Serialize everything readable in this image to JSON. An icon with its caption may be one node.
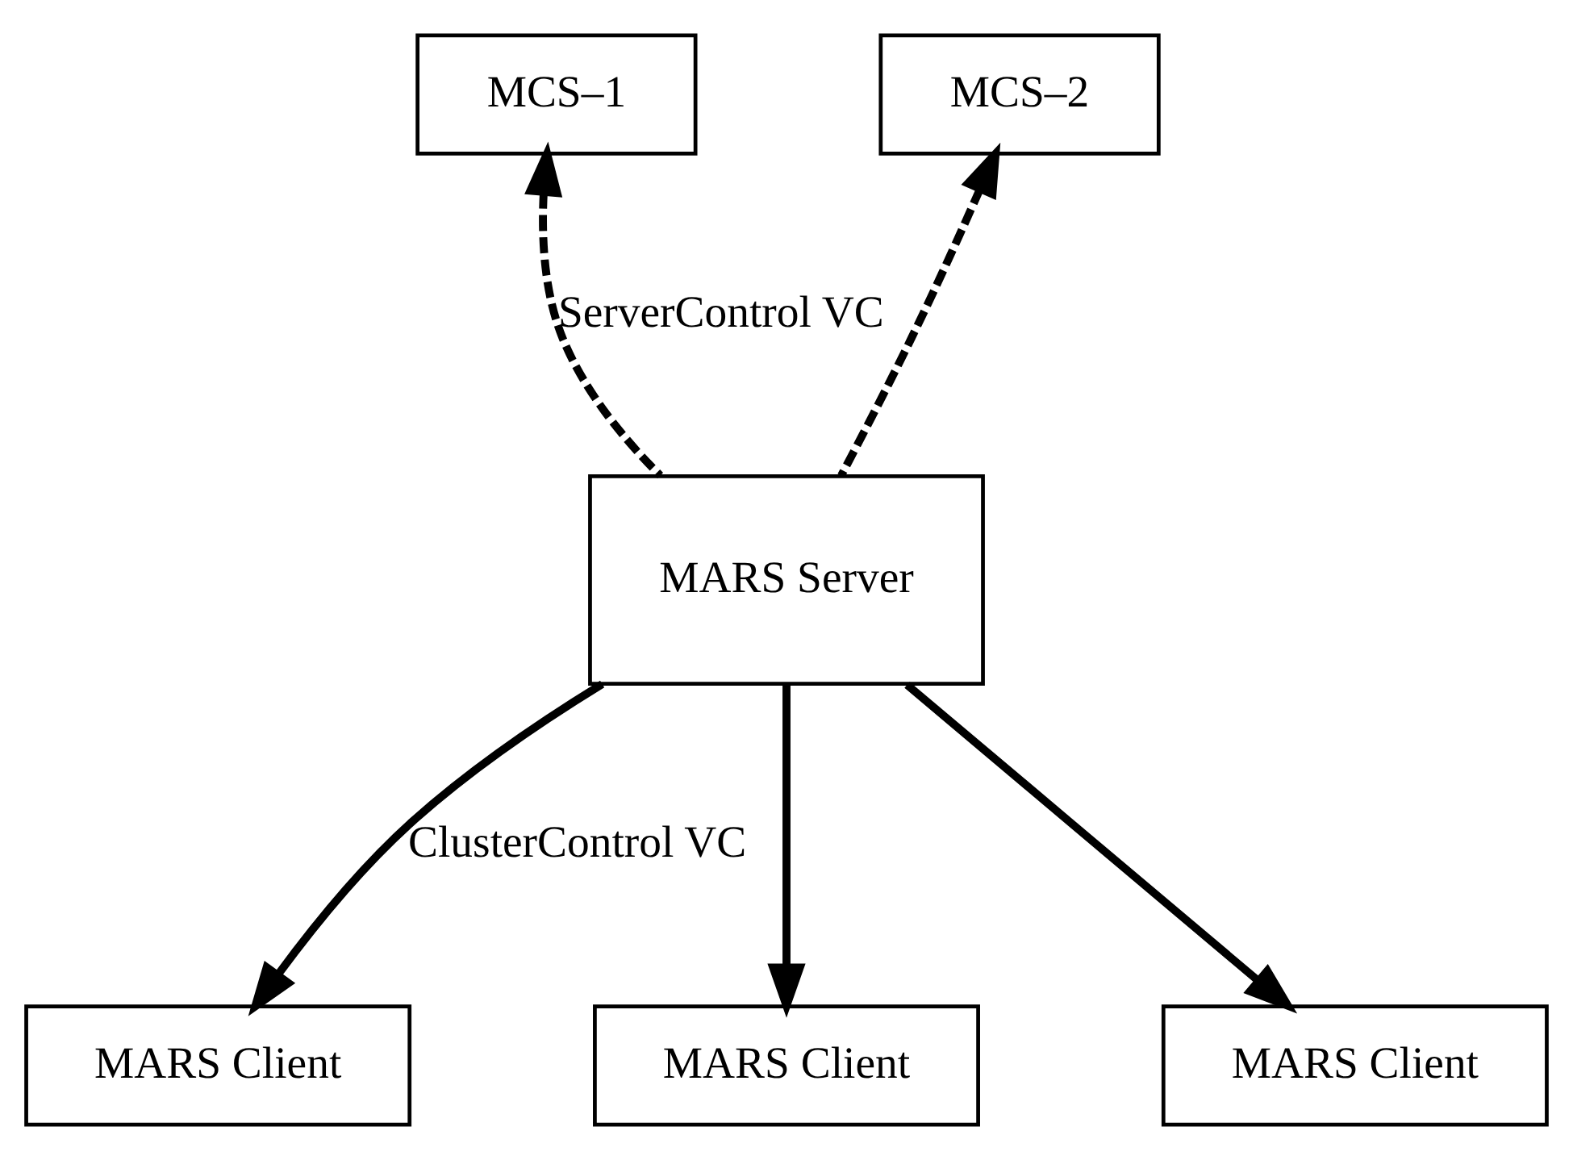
{
  "diagram": {
    "nodes": [
      {
        "text": [
          "MCS–1"
        ]
      },
      {
        "text": [
          "MCS–2"
        ]
      },
      {
        "text": [
          "MARS Server"
        ]
      },
      {
        "text": [
          "MARS Client"
        ]
      },
      {
        "text": [
          "MARS Client"
        ]
      },
      {
        "text": [
          "MARS Client"
        ]
      }
    ],
    "edges": [
      {
        "from": 2,
        "to": 0,
        "arrow": "to",
        "style": "dashed",
        "label": "ServerControl VC"
      },
      {
        "from": 2,
        "to": 1,
        "arrow": "to",
        "style": "dashed"
      },
      {
        "from": 2,
        "to": 3,
        "arrow": "to",
        "label": "ClusterControl VC"
      },
      {
        "from": 2,
        "to": 4,
        "arrow": "to"
      },
      {
        "from": 2,
        "to": 5,
        "arrow": "to"
      }
    ]
  }
}
